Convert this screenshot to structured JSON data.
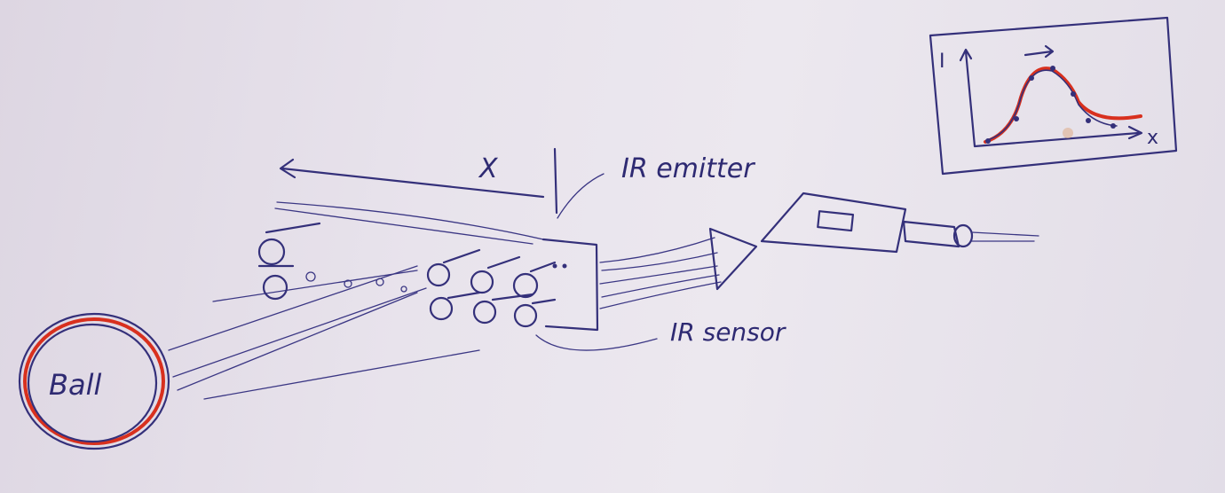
{
  "labels": {
    "distance": "X",
    "emitter": "IR emitter",
    "sensor": "IR sensor",
    "ball": "Ball"
  },
  "inset_graph": {
    "y_axis_label": "I",
    "x_axis_label": "x"
  },
  "colors": {
    "paper": "#e4dfe8",
    "ink": "#34307a",
    "highlight": "#d8301e"
  }
}
